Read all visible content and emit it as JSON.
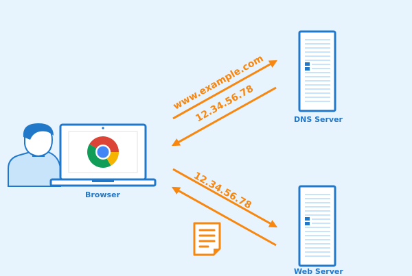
{
  "labels": {
    "browser": "Browser",
    "dns_server": "DNS Server",
    "web_server": "Web Server"
  },
  "arrows": {
    "query": "www.example.com",
    "dns_reply": "12.34.56.78",
    "request": "12.34.56.78"
  },
  "colors": {
    "background": "#e7f3fd",
    "accent_blue": "#2178c9",
    "light_blue": "#c7e4fa",
    "arrow_orange": "#f7870f"
  },
  "icons": [
    "user-icon",
    "laptop-icon",
    "chrome-logo-icon",
    "server-icon",
    "document-icon"
  ]
}
